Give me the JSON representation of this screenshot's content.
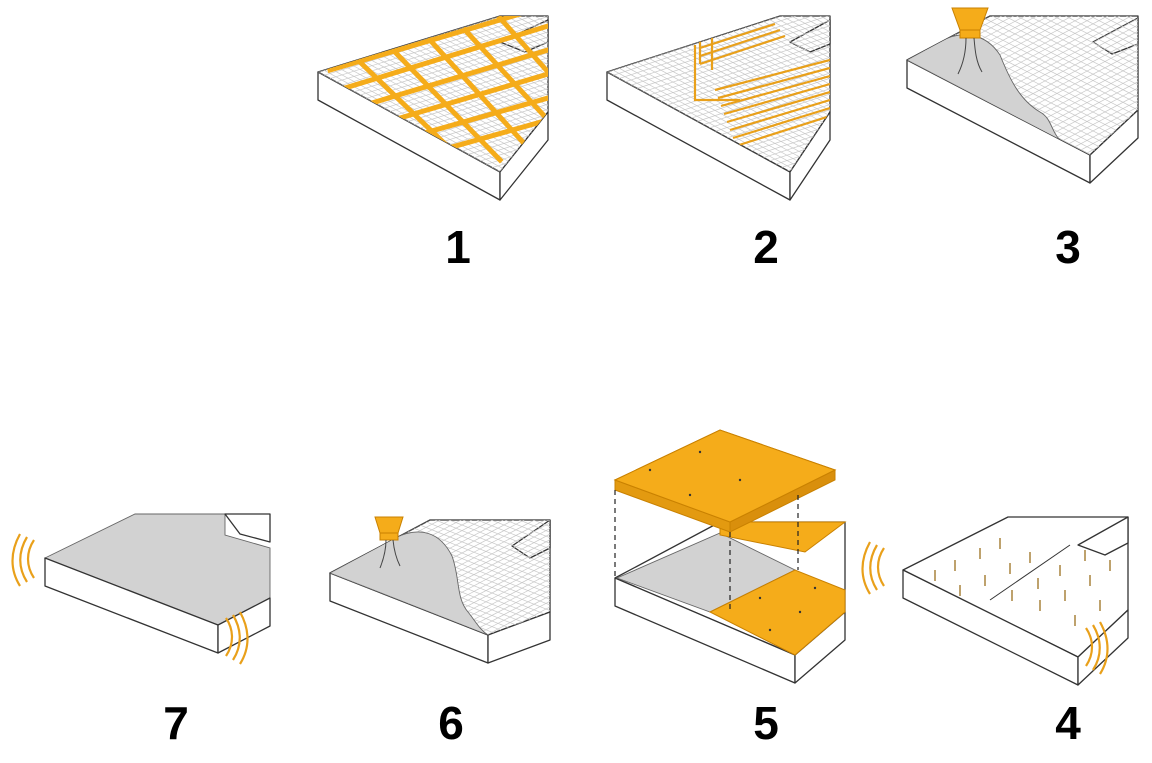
{
  "steps": [
    {
      "number": "1",
      "illustration": "reinforcement-grid"
    },
    {
      "number": "2",
      "illustration": "underfloor-heating-pipes"
    },
    {
      "number": "3",
      "illustration": "screed-pouring"
    },
    {
      "number": "4",
      "illustration": "vibration-pins"
    },
    {
      "number": "5",
      "illustration": "insulation-panel-placement"
    },
    {
      "number": "6",
      "illustration": "screed-pouring"
    },
    {
      "number": "7",
      "illustration": "finished-vibrated-slab"
    }
  ],
  "colors": {
    "accent": "#f5ac1a",
    "screed": "#d2d2d2",
    "outline": "#333333",
    "grid": "#c9c9c9",
    "text": "#000000"
  }
}
